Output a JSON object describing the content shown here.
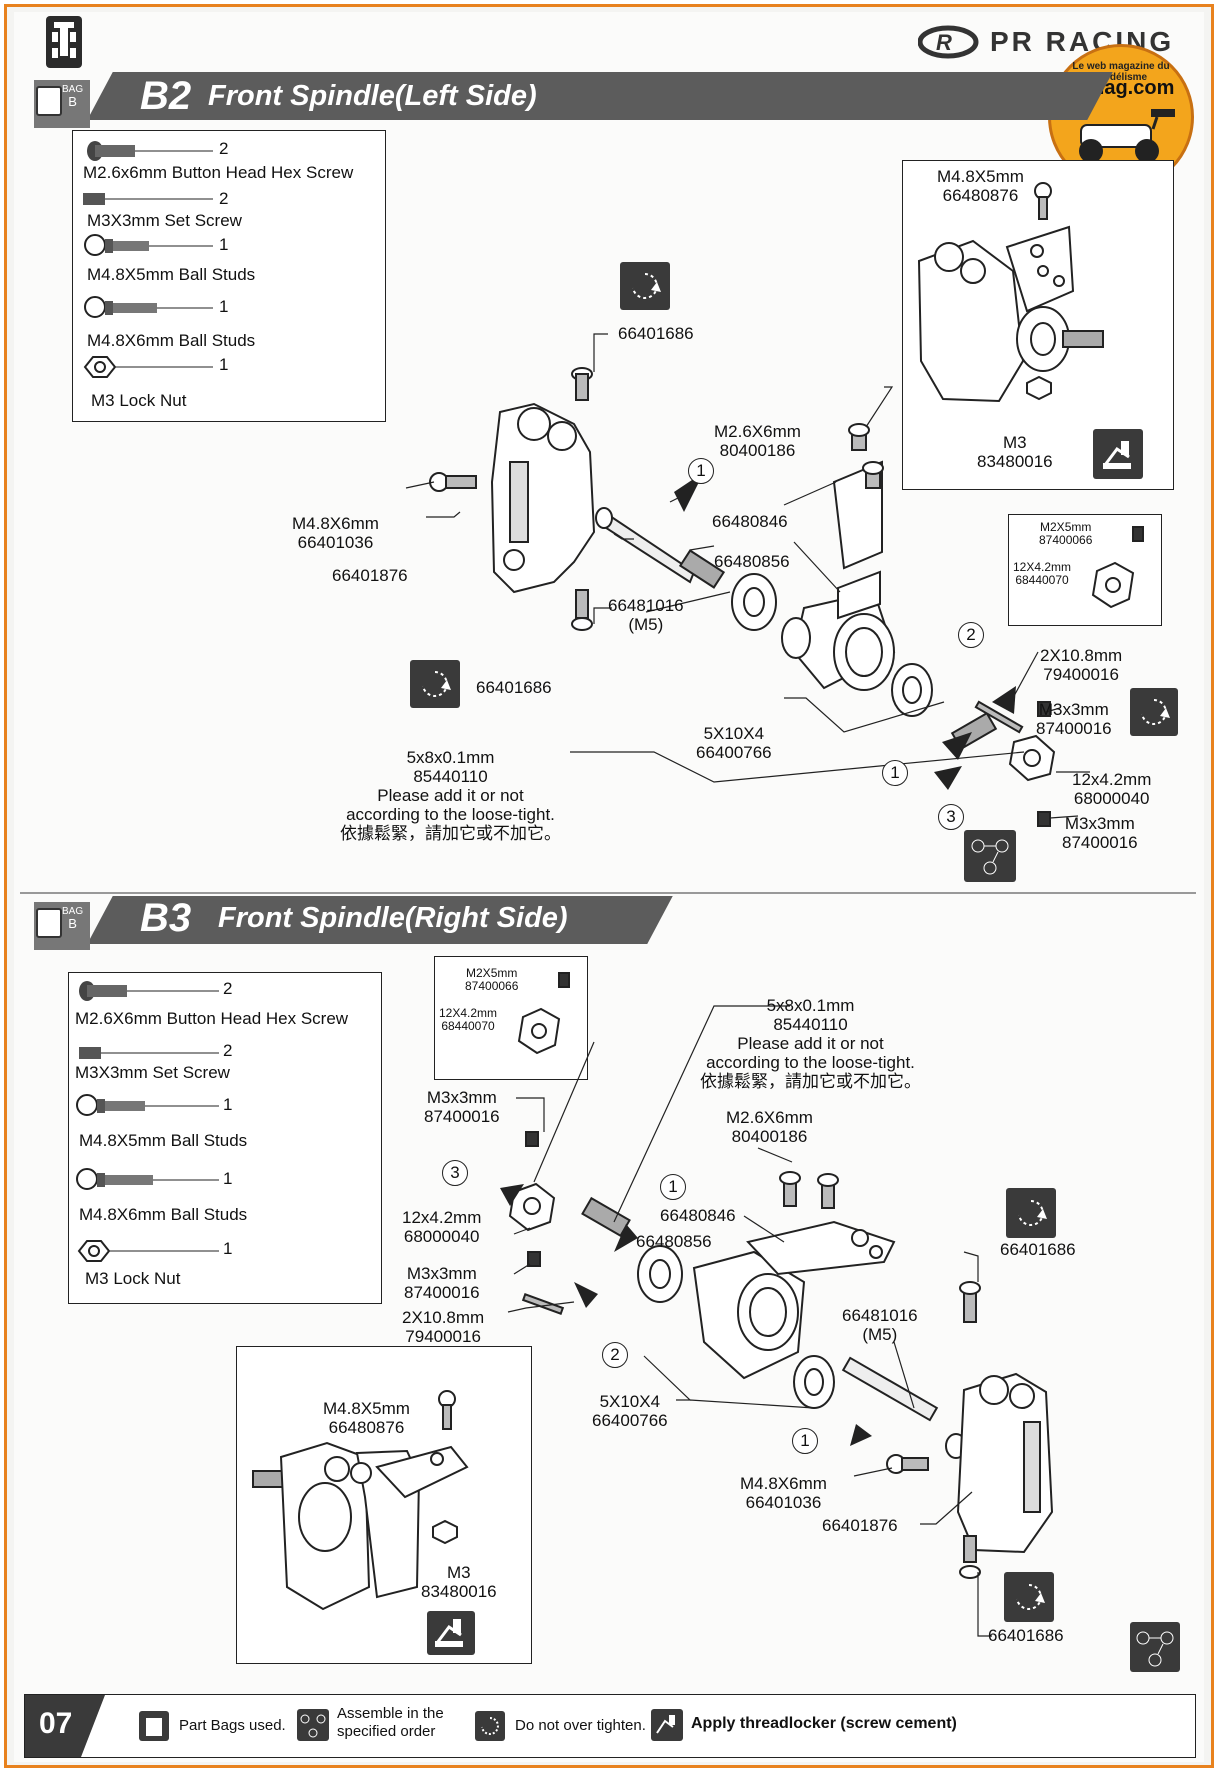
{
  "header": {
    "brand": "PR RACING",
    "watermark_lines": [
      "Le web magazine du modélisme",
      "rcmag.com"
    ]
  },
  "bag_icon": {
    "label_top": "BAG",
    "label_bottom": "B"
  },
  "sections": [
    {
      "step": "B2",
      "title": "Front Spindle(Left Side)",
      "parts": [
        {
          "name": "M2.6x6mm Button Head Hex Screw",
          "qty": "2"
        },
        {
          "name": "M3X3mm Set Screw",
          "qty": "2"
        },
        {
          "name": "M4.8X5mm Ball Studs",
          "qty": "1"
        },
        {
          "name": "M4.8X6mm Ball Studs",
          "qty": "1"
        },
        {
          "name": "M3 Lock Nut",
          "qty": "1"
        }
      ],
      "callouts": {
        "c1": [
          "66401686"
        ],
        "c2": [
          "M2.6X6mm",
          "80400186"
        ],
        "c3": [
          "66480846"
        ],
        "c4": [
          "66480856"
        ],
        "c5": [
          "M4.8X6mm",
          "66401036"
        ],
        "c6": [
          "66401876"
        ],
        "c7": [
          "66481016",
          "(M5)"
        ],
        "c8": [
          "66401686"
        ],
        "c9": [
          "5X10X4",
          "66400766"
        ],
        "c10": [
          "5x8x0.1mm",
          "85440110",
          "Please add it or not",
          "according to the loose-tight.",
          "依據鬆緊，請加它或不加它。"
        ],
        "c11": [
          "2X10.8mm",
          "79400016"
        ],
        "c12": [
          "M3x3mm",
          "87400016"
        ],
        "c13": [
          "12x4.2mm",
          "68000040"
        ],
        "c14": [
          "M3x3mm",
          "87400016"
        ]
      },
      "inset_top": {
        "line1": [
          "M4.8X5mm",
          "66480876"
        ],
        "line2": [
          "M3",
          "83480016"
        ]
      },
      "inset_small": {
        "line1": [
          "M2X5mm",
          "87400066"
        ],
        "line2": [
          "12X4.2mm",
          "68440070"
        ]
      },
      "order_numbers": [
        "1",
        "2",
        "1",
        "3"
      ]
    },
    {
      "step": "B3",
      "title": "Front Spindle(Right  Side)",
      "parts": [
        {
          "name": "M2.6X6mm Button Head Hex Screw",
          "qty": "2"
        },
        {
          "name": "M3X3mm Set Screw",
          "qty": "2"
        },
        {
          "name": "M4.8X5mm Ball Studs",
          "qty": "1"
        },
        {
          "name": "M4.8X6mm Ball Studs",
          "qty": "1"
        },
        {
          "name": "M3 Lock Nut",
          "qty": "1"
        }
      ],
      "callouts": {
        "c1": [
          "5x8x0.1mm",
          "85440110",
          "Please add it or not",
          "according to the loose-tight.",
          "依據鬆緊，請加它或不加它。"
        ],
        "c2": [
          "M3x3mm",
          "87400016"
        ],
        "c3": [
          "M2.6X6mm",
          "80400186"
        ],
        "c4": [
          "66480846"
        ],
        "c5": [
          "12x4.2mm",
          "68000040"
        ],
        "c6": [
          "66480856"
        ],
        "c7": [
          "M3x3mm",
          "87400016"
        ],
        "c8": [
          "2X10.8mm",
          "79400016"
        ],
        "c9": [
          "66401686"
        ],
        "c10": [
          "66481016",
          "(M5)"
        ],
        "c11": [
          "5X10X4",
          "66400766"
        ],
        "c12": [
          "M4.8X6mm",
          "66401036"
        ],
        "c13": [
          "66401876"
        ],
        "c14": [
          "66401686"
        ]
      },
      "inset_bottom": {
        "line1": [
          "M4.8X5mm",
          "66480876"
        ],
        "line2": [
          "M3",
          "83480016"
        ]
      },
      "inset_small": {
        "line1": [
          "M2X5mm",
          "87400066"
        ],
        "line2": [
          "12X4.2mm",
          "68440070"
        ]
      },
      "order_numbers": [
        "3",
        "1",
        "2",
        "1"
      ]
    }
  ],
  "footer": {
    "page_number": "07",
    "legend": [
      {
        "icon": "bag-icon",
        "text": "Part Bags used."
      },
      {
        "icon": "order-icon",
        "text_lines": [
          "Assemble in the",
          "specified order"
        ]
      },
      {
        "icon": "torque-icon",
        "text": "Do not over tighten."
      },
      {
        "icon": "threadlocker-icon",
        "text": "Apply threadlocker (screw cement)"
      }
    ]
  }
}
